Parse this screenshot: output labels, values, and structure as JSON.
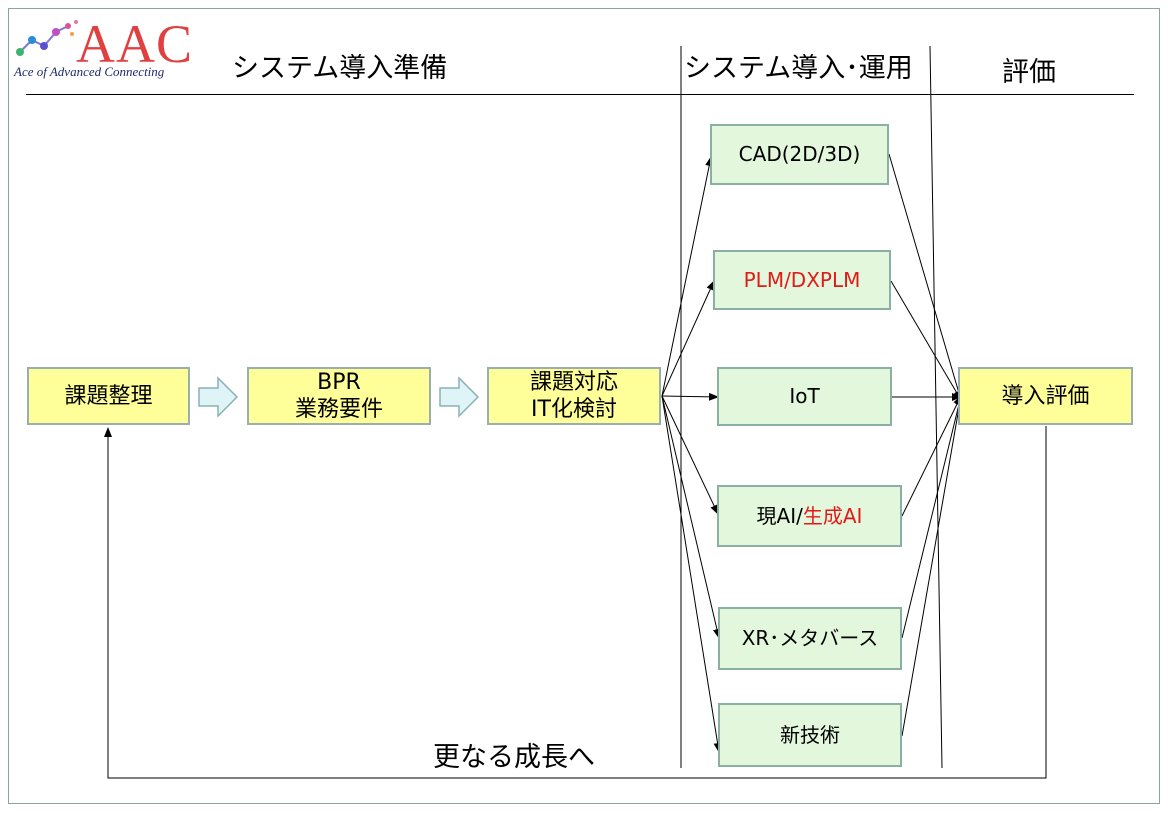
{
  "logo": {
    "name": "AAC",
    "tagline": "Ace of Advanced Connecting"
  },
  "headers": {
    "prep": "システム導入準備",
    "operate": "システム導入･運用",
    "evaluate": "評価"
  },
  "steps": {
    "issues": "課題整理",
    "bpr_1": "BPR",
    "bpr_2": "業務要件",
    "it_1": "課題対応",
    "it_2": "IT化検討",
    "evaluation": "導入評価"
  },
  "technologies": {
    "cad": "CAD(2D/3D)",
    "plm": "PLM/DXPLM",
    "iot": "IoT",
    "ai_current": "現AI/",
    "ai_generative": "生成AI",
    "xr": "XR･メタバース",
    "new_tech": "新技術"
  },
  "feedback_label": "更なる成長へ",
  "colors": {
    "step_fill": "#ffff99",
    "tech_fill": "#e3f7dc",
    "highlight": "#e31a1a",
    "arrow_fill": "#dff4f7",
    "logo_red": "#e04040"
  }
}
